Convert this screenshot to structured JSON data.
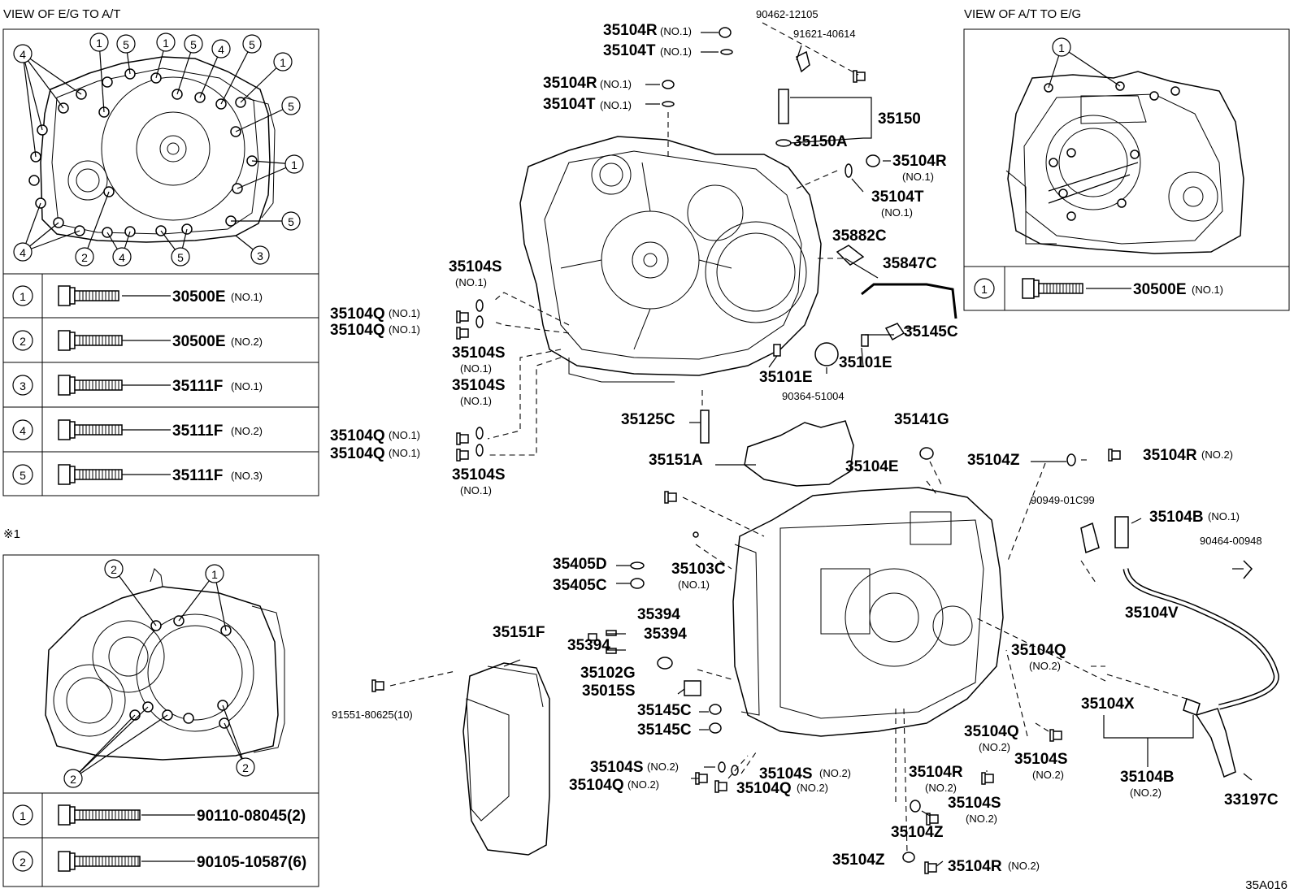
{
  "views": {
    "eg_to_at_title": "VIEW OF E/G TO A/T",
    "at_to_eg_title": "VIEW OF A/T TO E/G",
    "note_mark": "※1",
    "diagram_code": "35A016"
  },
  "bolt_table_left": [
    {
      "num": "1",
      "part": "30500E",
      "note": "(NO.1)"
    },
    {
      "num": "2",
      "part": "30500E",
      "note": "(NO.2)"
    },
    {
      "num": "3",
      "part": "35111F",
      "note": "(NO.1)"
    },
    {
      "num": "4",
      "part": "35111F",
      "note": "(NO.2)"
    },
    {
      "num": "5",
      "part": "35111F",
      "note": "(NO.3)"
    }
  ],
  "bolt_table_right": [
    {
      "num": "1",
      "part": "30500E",
      "note": "(NO.1)"
    }
  ],
  "bolt_table_note": [
    {
      "num": "1",
      "part": "90110-08045(2)"
    },
    {
      "num": "2",
      "part": "90105-10587(6)"
    }
  ],
  "callouts": {
    "c1": "1",
    "c2": "2",
    "c3": "3",
    "c4": "4",
    "c5": "5"
  },
  "parts": {
    "p35104R_top": "35104R",
    "n_top1": "(NO.1)",
    "p35104T_top": "35104T",
    "n_top2": "(NO.1)",
    "p35104R_2": "35104R",
    "n_top3": "(NO.1)",
    "p35104T_2": "35104T",
    "n_top4": "(NO.1)",
    "p90462": "90462-12105",
    "p91621": "91621-40614",
    "p35150": "35150",
    "p35150A": "35150A",
    "p35104R_r": "35104R",
    "n_r1": "(NO.1)",
    "p35104T_r": "35104T",
    "n_r2": "(NO.1)",
    "p35882C": "35882C",
    "p35847C": "35847C",
    "p35145C_r": "35145C",
    "p35101E_a": "35101E",
    "p35101E_b": "35101E",
    "p90364": "90364-51004",
    "p35104S_1": "35104S",
    "n_s1": "(NO.1)",
    "p35104Q_1": "35104Q",
    "n_q1": "(NO.1)",
    "p35104Q_2": "35104Q",
    "n_q2": "(NO.1)",
    "p35104S_2": "35104S",
    "n_s2": "(NO.1)",
    "p35104S_3": "35104S",
    "n_s3": "(NO.1)",
    "p35104Q_3": "35104Q",
    "n_q3": "(NO.1)",
    "p35104Q_4": "35104Q",
    "n_q4": "(NO.1)",
    "p35104S_4": "35104S",
    "n_s4": "(NO.1)",
    "p35125C": "35125C",
    "p35141G": "35141G",
    "p35151A": "35151A",
    "p35104E": "35104E",
    "p35104Z_1": "35104Z",
    "p35104R_no2": "35104R",
    "n_r_no2": "(NO.2)",
    "p90949": "90949-01C99",
    "p35104B_1": "35104B",
    "n_b1": "(NO.1)",
    "p90464": "90464-00948",
    "p35104V": "35104V",
    "p35405D": "35405D",
    "p35405C": "35405C",
    "p35103C": "35103C",
    "n_103": "(NO.1)",
    "p35394_a": "35394",
    "p35394_b": "35394",
    "p35394_c": "35394",
    "p35151F": "35151F",
    "p35102G": "35102G",
    "p35015S": "35015S",
    "p35145C_1": "35145C",
    "p35145C_2": "35145C",
    "p91551": "91551-80625(10)",
    "p35104S_no2a": "35104S",
    "n_s_no2a": "(NO.2)",
    "p35104S_no2b": "35104S",
    "n_s_no2b": "(NO.2)",
    "p35104Q_no2a": "35104Q",
    "n_q_no2a": "(NO.2)",
    "p35104Q_no2b": "35104Q",
    "n_q_no2b": "(NO.2)",
    "p35104Q_r1": "35104Q",
    "n_qr1": "(NO.2)",
    "p35104Q_r2": "35104Q",
    "n_qr2": "(NO.2)",
    "p35104S_r1": "35104S",
    "n_sr1": "(NO.2)",
    "p35104S_r2": "35104S",
    "n_sr2": "(NO.2)",
    "p35104R_b1": "35104R",
    "n_rb1": "(NO.2)",
    "p35104Z_b1": "35104Z",
    "p35104Z_b2": "35104Z",
    "p35104R_b2": "35104R",
    "n_rb2": "(NO.2)",
    "p35104X": "35104X",
    "p35104B_2": "35104B",
    "n_b2": "(NO.2)",
    "p33197C": "33197C"
  }
}
